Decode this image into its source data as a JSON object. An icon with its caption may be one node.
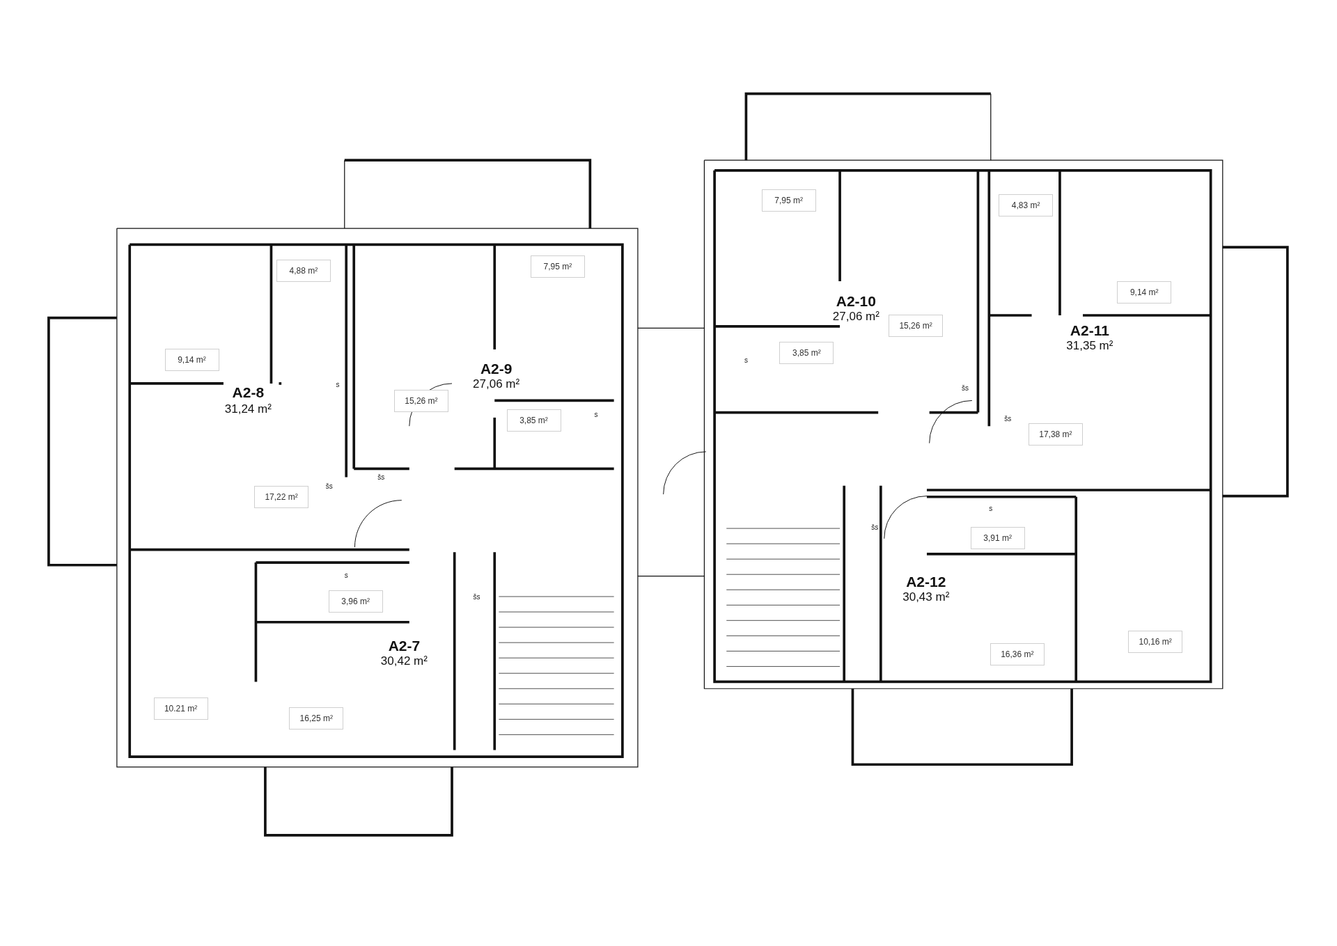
{
  "diagram": {
    "nodes": [
      {
        "text": [
          "7,95 m²"
        ]
      },
      {
        "text": [
          "4,88 m²"
        ]
      },
      {
        "text": [
          "9,14 m²"
        ]
      },
      {
        "text": [
          "15,26 m²"
        ]
      },
      {
        "text": [
          "3,85 m²"
        ]
      },
      {
        "text": [
          "17,22 m²"
        ]
      },
      {
        "text": [
          "3,96 m²"
        ]
      },
      {
        "text": [
          "10.21 m²"
        ]
      },
      {
        "text": [
          "16,25 m²"
        ]
      },
      {
        "text": [
          "7,95 m²"
        ]
      },
      {
        "text": [
          "4,83 m²"
        ]
      },
      {
        "text": [
          "9,14 m²"
        ]
      },
      {
        "text": [
          "15,26 m²"
        ]
      },
      {
        "text": [
          "3,85 m²"
        ]
      },
      {
        "text": [
          "17,38 m²"
        ]
      },
      {
        "text": [
          "3,91 m²"
        ]
      },
      {
        "text": [
          "10,16 m²"
        ]
      },
      {
        "text": [
          "16,36 m²"
        ]
      }
    ],
    "labels": [
      "A2-10",
      "27,06 m²",
      "A2-11",
      "31,35 m²",
      "s",
      "A2-9",
      "27,06 m²",
      "s",
      "šs",
      "A2-8",
      "31,24 m²",
      "s",
      "šs",
      "šs",
      "šs",
      "s",
      "šs",
      "s",
      "A2-12",
      "30,43 m²",
      "šs",
      "A2-7",
      "30,42 m²"
    ]
  }
}
